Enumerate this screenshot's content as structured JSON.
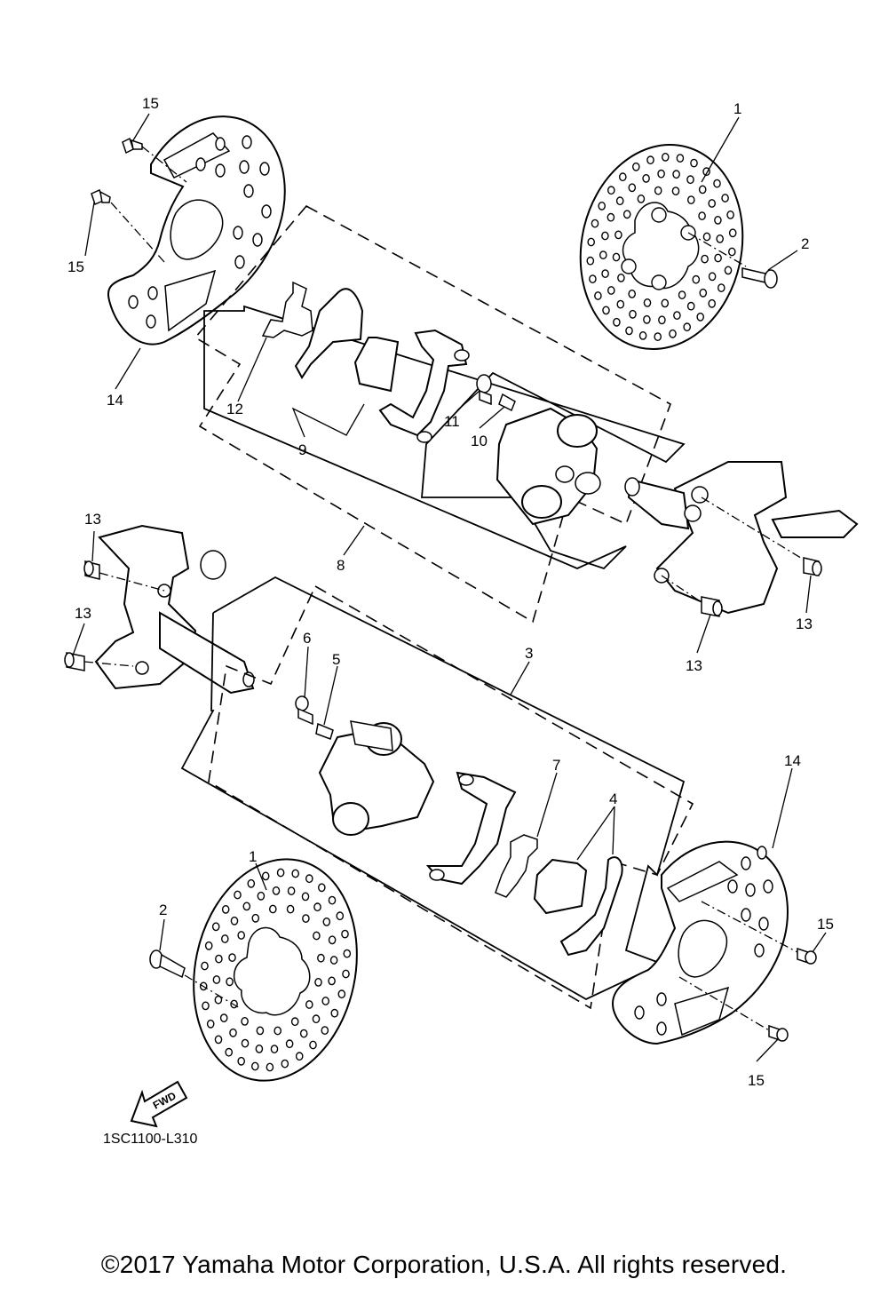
{
  "diagram": {
    "drawing_code": "1SC1100-L310",
    "fwd_label": "FWD",
    "callouts": {
      "rotor_top": "1",
      "bolt_top": "2",
      "caliper_assy_bottom": "3",
      "pad_bottom": "4",
      "bleed_screw_bottom": "5",
      "bleed_cap_bottom": "6",
      "pad_support_bottom": "7",
      "caliper_assy_top": "8",
      "pad_top": "9",
      "bleed_screw_top": "10",
      "bleed_cap_top": "11",
      "pad_support_top": "12",
      "bolt_knuckle_upper_left": "13",
      "bolt_knuckle_lower_left": "13",
      "bolt_knuckle_right_a": "13",
      "bolt_knuckle_right_b": "13",
      "guard_top": "14",
      "screw_guard_top_a": "15",
      "screw_guard_top_b": "15",
      "rotor_bottom": "1",
      "bolt_bottom": "2",
      "guard_bottom": "14",
      "screw_guard_bottom_a": "15",
      "screw_guard_bottom_b": "15"
    }
  },
  "footer": {
    "copyright": "©2017 Yamaha Motor Corporation, U.S.A. All rights reserved."
  }
}
